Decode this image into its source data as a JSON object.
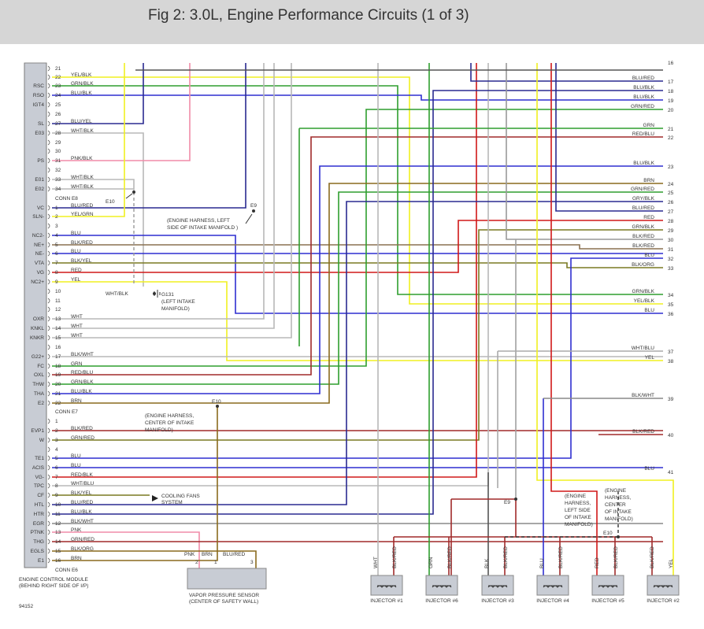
{
  "title": "Fig 2: 3.0L, Engine Performance Circuits (1 of 3)",
  "figure_id": "94152",
  "ecm": {
    "label_line1": "ENGINE CONTROL MODULE",
    "label_line2": "(BEHIND RIGHT SIDE OF I/P)",
    "connectors": [
      "CONN E8",
      "CONN E7",
      "CONN E6"
    ]
  },
  "pins": [
    {
      "n": "21",
      "name": "",
      "wire": ""
    },
    {
      "n": "22",
      "name": "",
      "wire": "YEL/BLK"
    },
    {
      "n": "23",
      "name": "RSC",
      "wire": "GRN/BLK"
    },
    {
      "n": "24",
      "name": "RSO",
      "wire": "BLU/BLK"
    },
    {
      "n": "25",
      "name": "IGT4",
      "wire": ""
    },
    {
      "n": "26",
      "name": "",
      "wire": ""
    },
    {
      "n": "27",
      "name": "SL",
      "wire": "BLU/YEL"
    },
    {
      "n": "28",
      "name": "E03",
      "wire": "WHT/BLK"
    },
    {
      "n": "29",
      "name": "",
      "wire": ""
    },
    {
      "n": "30",
      "name": "",
      "wire": ""
    },
    {
      "n": "31",
      "name": "PS",
      "wire": "PNK/BLK"
    },
    {
      "n": "32",
      "name": "",
      "wire": ""
    },
    {
      "n": "33",
      "name": "E01",
      "wire": "WHT/BLK"
    },
    {
      "n": "34",
      "name": "E02",
      "wire": "WHT/BLK"
    },
    {
      "n": "1",
      "name": "VC",
      "wire": "BLU/RED"
    },
    {
      "n": "2",
      "name": "SLN-",
      "wire": "YEL/GRN"
    },
    {
      "n": "3",
      "name": "",
      "wire": ""
    },
    {
      "n": "4",
      "name": "NC2-",
      "wire": "BLU"
    },
    {
      "n": "5",
      "name": "NE+",
      "wire": "BLK/RED"
    },
    {
      "n": "6",
      "name": "NE-",
      "wire": "BLU"
    },
    {
      "n": "7",
      "name": "VTA",
      "wire": "BLK/YEL"
    },
    {
      "n": "8",
      "name": "VG",
      "wire": "RED"
    },
    {
      "n": "9",
      "name": "NC2+",
      "wire": "YEL"
    },
    {
      "n": "10",
      "name": "",
      "wire": ""
    },
    {
      "n": "11",
      "name": "",
      "wire": ""
    },
    {
      "n": "12",
      "name": "",
      "wire": ""
    },
    {
      "n": "13",
      "name": "OXR",
      "wire": "WHT"
    },
    {
      "n": "14",
      "name": "KNKL",
      "wire": "WHT"
    },
    {
      "n": "15",
      "name": "KNKR",
      "wire": "WHT"
    },
    {
      "n": "16",
      "name": "",
      "wire": ""
    },
    {
      "n": "17",
      "name": "G22+",
      "wire": "BLK/WHT"
    },
    {
      "n": "18",
      "name": "FC",
      "wire": "GRN"
    },
    {
      "n": "19",
      "name": "OXL",
      "wire": "RED/BLU"
    },
    {
      "n": "20",
      "name": "THW",
      "wire": "GRN/BLK"
    },
    {
      "n": "21",
      "name": "THA",
      "wire": "BLU/BLK"
    },
    {
      "n": "22",
      "name": "E2",
      "wire": "BRN"
    },
    {
      "n": "1",
      "name": "",
      "wire": ""
    },
    {
      "n": "2",
      "name": "EVP1",
      "wire": "BLK/RED"
    },
    {
      "n": "3",
      "name": "W",
      "wire": "GRN/RED"
    },
    {
      "n": "4",
      "name": "",
      "wire": ""
    },
    {
      "n": "5",
      "name": "TE1",
      "wire": "BLU"
    },
    {
      "n": "6",
      "name": "ACIS",
      "wire": "BLU"
    },
    {
      "n": "7",
      "name": "VG-",
      "wire": "RED/BLK"
    },
    {
      "n": "8",
      "name": "TPC",
      "wire": "WHT/BLU"
    },
    {
      "n": "9",
      "name": "CF",
      "wire": "BLK/YEL"
    },
    {
      "n": "10",
      "name": "HTL",
      "wire": "BLU/RED"
    },
    {
      "n": "11",
      "name": "HTR",
      "wire": "BLU/BLK"
    },
    {
      "n": "12",
      "name": "EGR",
      "wire": "BLK/WHT"
    },
    {
      "n": "13",
      "name": "PTNK",
      "wire": "PNK"
    },
    {
      "n": "14",
      "name": "THG",
      "wire": "GRN/RED"
    },
    {
      "n": "15",
      "name": "EGLS",
      "wire": "BLK/ORG"
    },
    {
      "n": "16",
      "name": "E1",
      "wire": "BRN"
    }
  ],
  "right_wires": [
    {
      "num": "16",
      "wire": ""
    },
    {
      "num": "17",
      "wire": "BLU/RED"
    },
    {
      "num": "18",
      "wire": "BLU/BLK"
    },
    {
      "num": "19",
      "wire": "BLU/BLK"
    },
    {
      "num": "20",
      "wire": "GRN/RED"
    },
    {
      "num": "21",
      "wire": "GRN"
    },
    {
      "num": "22",
      "wire": "RED/BLU"
    },
    {
      "num": "23",
      "wire": "BLU/BLK"
    },
    {
      "num": "24",
      "wire": "BRN"
    },
    {
      "num": "25",
      "wire": "GRN/RED"
    },
    {
      "num": "26",
      "wire": "GRY/BLK"
    },
    {
      "num": "27",
      "wire": "BLU/RED"
    },
    {
      "num": "28",
      "wire": "RED"
    },
    {
      "num": "29",
      "wire": "GRN/BLK"
    },
    {
      "num": "30",
      "wire": "BLK/RED"
    },
    {
      "num": "31",
      "wire": "BLK/RED"
    },
    {
      "num": "32",
      "wire": "BLU"
    },
    {
      "num": "33",
      "wire": "BLK/ORG"
    },
    {
      "num": "34",
      "wire": "GRN/BLK"
    },
    {
      "num": "35",
      "wire": "YEL/BLK"
    },
    {
      "num": "36",
      "wire": "BLU"
    },
    {
      "num": "37",
      "wire": "WHT/BLU"
    },
    {
      "num": "38",
      "wire": "YEL"
    },
    {
      "num": "39",
      "wire": "BLK/WHT"
    },
    {
      "num": "40",
      "wire": "BLK/RED"
    },
    {
      "num": "41",
      "wire": "BLU"
    }
  ],
  "splices": {
    "e10_top": "E10",
    "e9_mid": "E9",
    "e9_mid_desc": [
      "(ENGINE HARNESS, LEFT",
      "SIDE OF INTAKE MANIFOLD )"
    ],
    "g131_wire": "WHT/BLK",
    "g131": "G131",
    "g131_desc": [
      "(LEFT INTAKE",
      "MANIFOLD)"
    ],
    "e10_center": "E10",
    "e10_center_desc": [
      "(ENGINE HARNESS,",
      "CENTER OF INTAKE",
      "MANIFOLD)"
    ],
    "e9_right": "E9",
    "e9_right_desc": [
      "(ENGINE",
      "HARNESS,",
      "LEFT SIDE",
      "OF INTAKE",
      "MANIFOLD)"
    ],
    "e10_right": "E10",
    "e10_right_desc": [
      "(ENGINE",
      "HARNESS,",
      "CENTER",
      "OF INTAKE",
      "MANIFOLD)"
    ]
  },
  "cooling_fans": [
    "COOLING FANS",
    "SYSTEM"
  ],
  "vapor_sensor": {
    "label_line1": "VAPOR PRESSURE SENSOR",
    "label_line2": "(CENTER OF SAFETY WALL)",
    "wires": [
      "PNK",
      "BRN",
      "BLU/RED"
    ],
    "pins": [
      "2",
      "1",
      "3"
    ]
  },
  "injectors": [
    {
      "label": "INJECTOR #1",
      "wires": [
        "WHT",
        "BLK/RED"
      ]
    },
    {
      "label": "INJECTOR #6",
      "wires": [
        "GRN",
        "BLK/RED"
      ]
    },
    {
      "label": "INJECTOR #3",
      "wires": [
        "BLK",
        "BLK/RED"
      ]
    },
    {
      "label": "INJECTOR #4",
      "wires": [
        "BLU",
        "BLK/RED"
      ]
    },
    {
      "label": "INJECTOR #5",
      "wires": [
        "RED",
        "BLK/RED"
      ]
    },
    {
      "label": "INJECTOR #2",
      "wires": [
        "BLK/RED",
        "YEL"
      ]
    }
  ],
  "colors": {
    "blue": "#2f2fd0",
    "green": "#2e9e2e",
    "red": "#d01818",
    "yellow": "#f0f020",
    "brown": "#8a6a1e",
    "olive": "#7a7a22",
    "pink": "#f08ca8",
    "gray": "#b8b8b8",
    "black": "#444444",
    "navy": "#2a2a90",
    "darkred": "#8a2020",
    "maroon": "#a02a2a"
  }
}
